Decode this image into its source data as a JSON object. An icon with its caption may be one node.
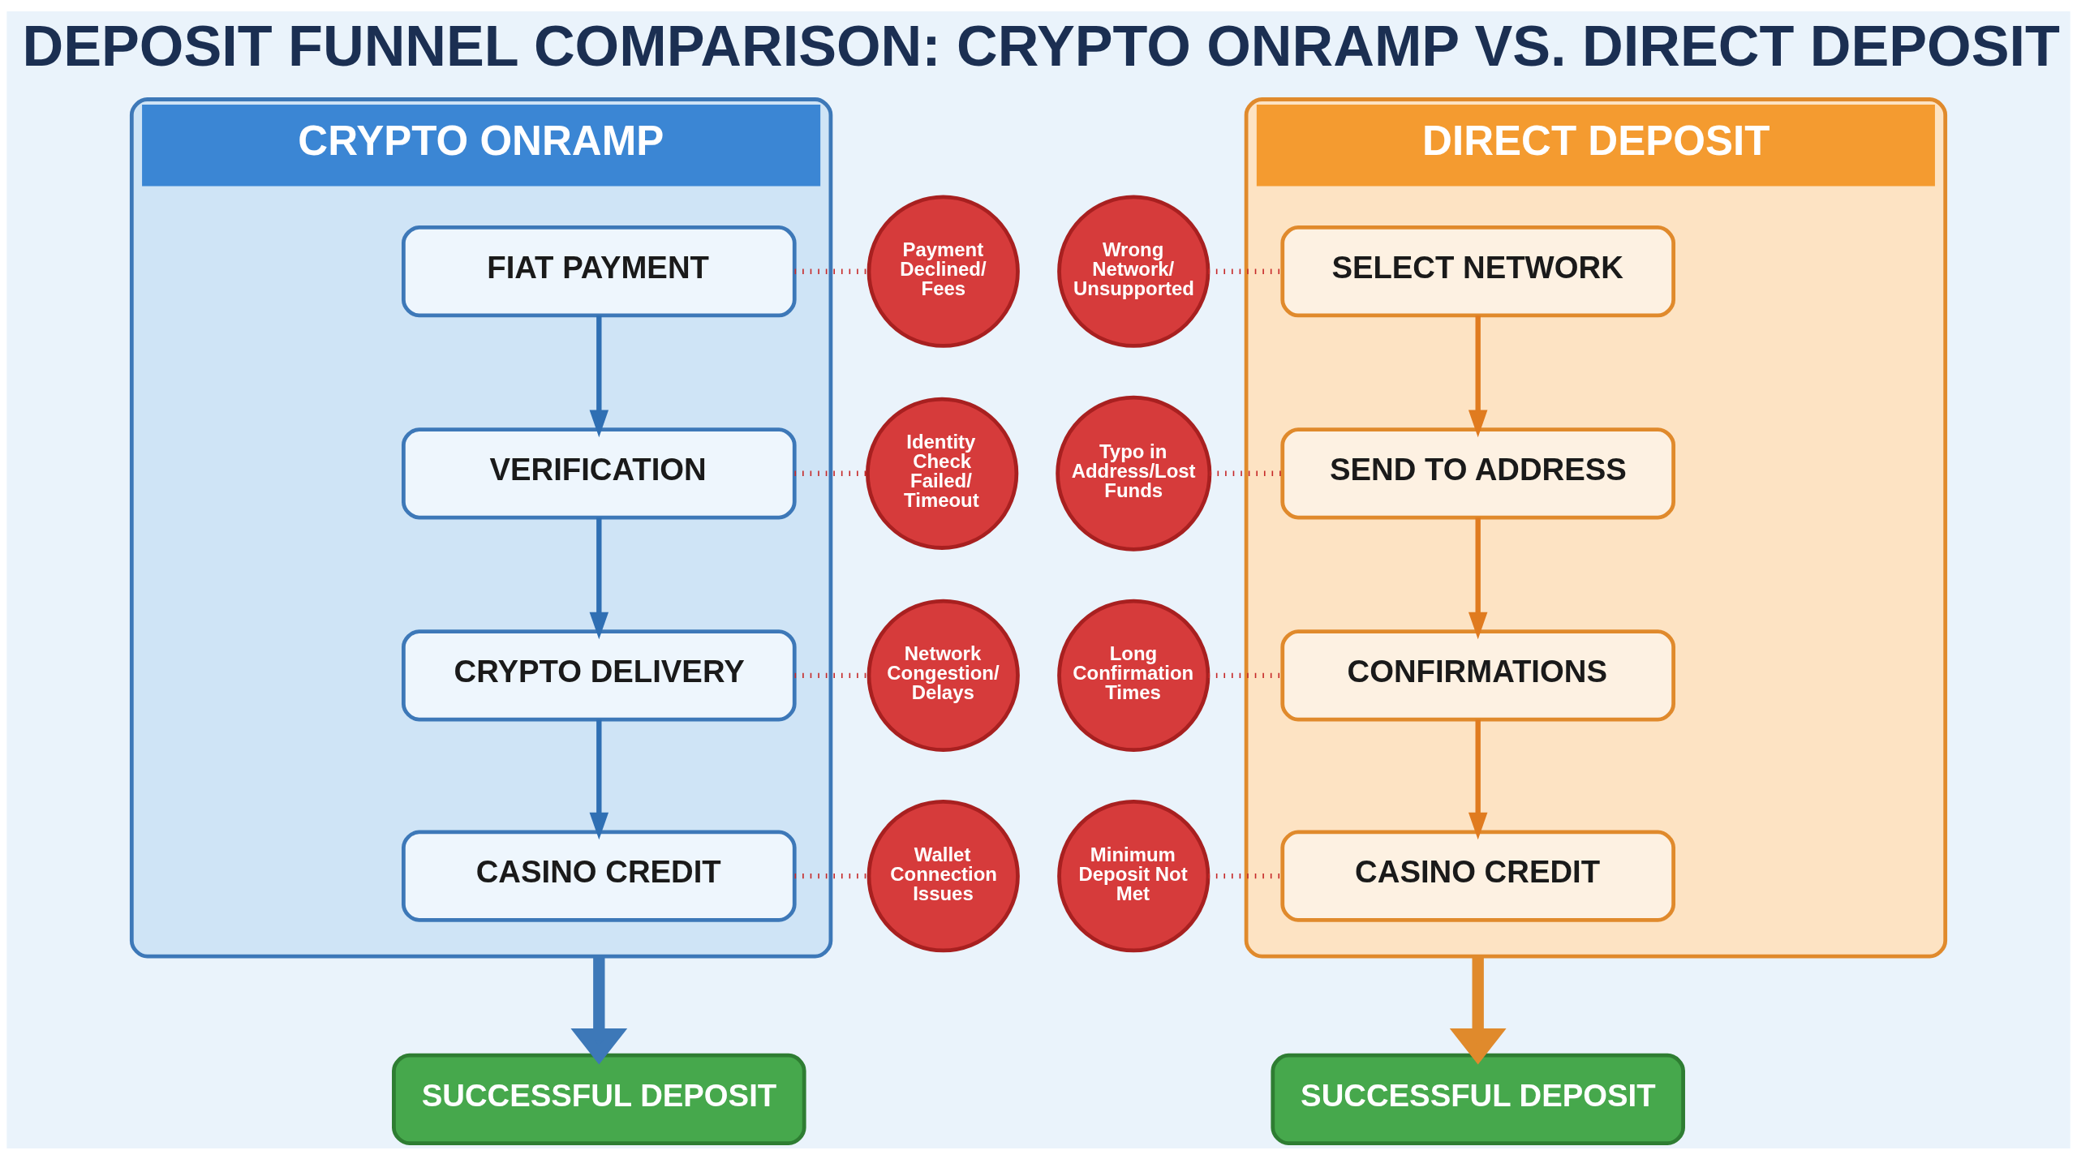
{
  "diagram": {
    "title": "DEPOSIT FUNNEL COMPARISON: CRYPTO ONRAMP VS. DIRECT DEPOSIT",
    "nodes": [
      {
        "text": [
          "CRYPTO ONRAMP"
        ]
      },
      {
        "text": [
          "FIAT PAYMENT"
        ],
        "in": 0
      },
      {
        "text": [
          "VERIFICATION"
        ],
        "in": 0
      },
      {
        "text": [
          "CRYPTO DELIVERY"
        ],
        "in": 0
      },
      {
        "text": [
          "CASINO CREDIT"
        ],
        "in": 0
      },
      {
        "text": [
          "SUCCESSFUL DEPOSIT"
        ]
      },
      {
        "text": [
          "Payment Declined/ Fees"
        ]
      },
      {
        "text": [
          "Identity Check Failed/ Timeout"
        ]
      },
      {
        "text": [
          "Network Congestion/ Delays"
        ]
      },
      {
        "text": [
          "Wallet Connection Issues"
        ]
      },
      {
        "text": [
          "DIRECT DEPOSIT"
        ]
      },
      {
        "text": [
          "SELECT NETWORK"
        ],
        "in": 10
      },
      {
        "text": [
          "SEND TO ADDRESS"
        ],
        "in": 10
      },
      {
        "text": [
          "CONFIRMATIONS"
        ],
        "in": 10
      },
      {
        "text": [
          "CASINO CREDIT"
        ],
        "in": 10
      },
      {
        "text": [
          "SUCCESSFUL DEPOSIT"
        ]
      },
      {
        "text": [
          "Wrong Network/ Unsupported"
        ]
      },
      {
        "text": [
          "Typo in Address/Lost Funds"
        ]
      },
      {
        "text": [
          "Long Confirmation Times"
        ]
      },
      {
        "text": [
          "Minimum Deposit Not Met"
        ]
      }
    ],
    "edges": [
      {
        "from": 1,
        "to": 2,
        "arrow": "to",
        "color": "#2f6fb3"
      },
      {
        "from": 2,
        "to": 3,
        "arrow": "to",
        "color": "#2f6fb3"
      },
      {
        "from": 3,
        "to": 4,
        "arrow": "to",
        "color": "#2f6fb3"
      },
      {
        "from": 0,
        "to": 5,
        "arrow": "to",
        "style": "thick",
        "color": "#3d78b8"
      },
      {
        "from": 1,
        "to": 6,
        "arrow": "none",
        "style": "dashed",
        "color": "#c62828"
      },
      {
        "from": 2,
        "to": 7,
        "arrow": "none",
        "style": "dashed",
        "color": "#c62828"
      },
      {
        "from": 3,
        "to": 8,
        "arrow": "none",
        "style": "dashed",
        "color": "#c62828"
      },
      {
        "from": 4,
        "to": 9,
        "arrow": "none",
        "style": "dashed",
        "color": "#c62828"
      },
      {
        "from": 11,
        "to": 12,
        "arrow": "to",
        "color": "#e07b1f"
      },
      {
        "from": 12,
        "to": 13,
        "arrow": "to",
        "color": "#e07b1f"
      },
      {
        "from": 13,
        "to": 14,
        "arrow": "to",
        "color": "#e07b1f"
      },
      {
        "from": 10,
        "to": 15,
        "arrow": "to",
        "style": "thick",
        "color": "#e08a2c"
      },
      {
        "from": 16,
        "to": 11,
        "arrow": "none",
        "style": "dashed",
        "color": "#c62828"
      },
      {
        "from": 17,
        "to": 12,
        "arrow": "none",
        "style": "dashed",
        "color": "#c62828"
      },
      {
        "from": 18,
        "to": 13,
        "arrow": "none",
        "style": "dashed",
        "color": "#c62828"
      },
      {
        "from": 19,
        "to": 14,
        "arrow": "none",
        "style": "dashed",
        "color": "#c62828"
      }
    ]
  }
}
